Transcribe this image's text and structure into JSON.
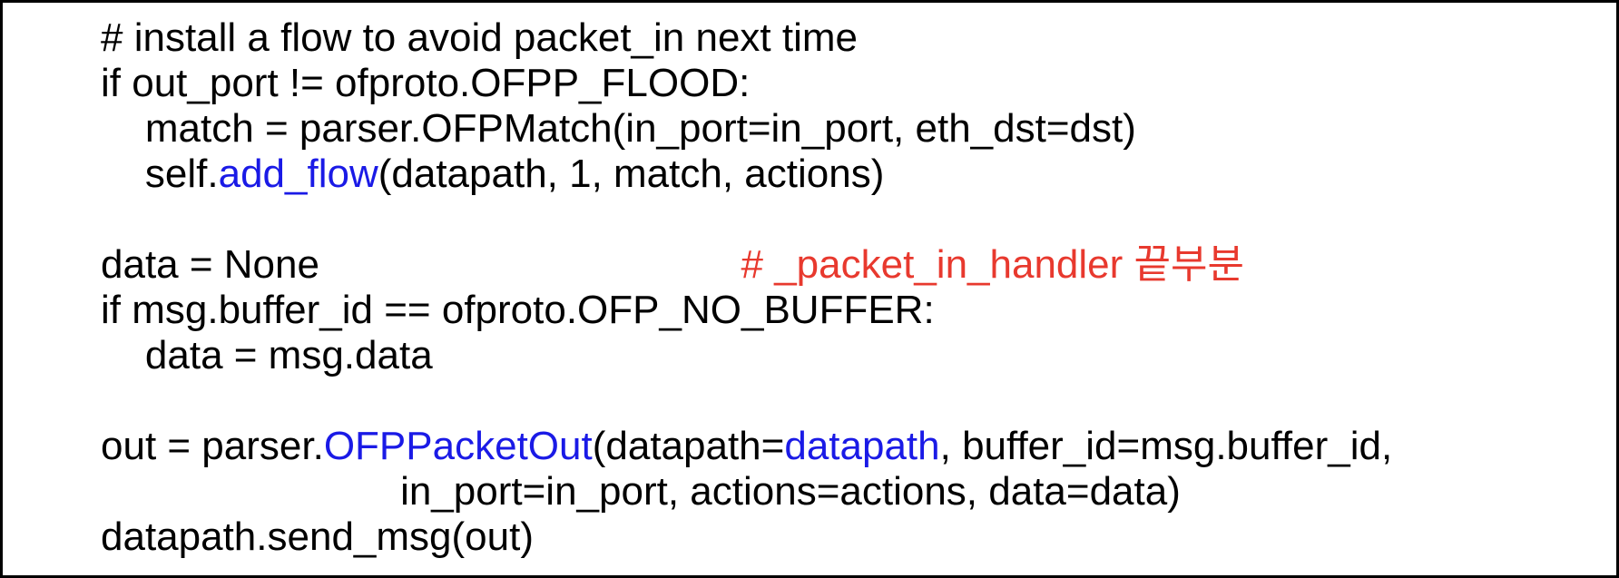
{
  "colors": {
    "background": "#ffffff",
    "border": "#000000",
    "code_default": "#000000",
    "code_link_blue": "#1a1ae6",
    "comment_red": "#e8392e"
  },
  "code_block": {
    "language": "python",
    "lines": [
      {
        "segments": [
          {
            "text": "# install a flow to avoid packet_in next time",
            "color": "code_default"
          }
        ]
      },
      {
        "segments": [
          {
            "text": "if out_port != ofproto.OFPP_FLOOD:",
            "color": "code_default"
          }
        ]
      },
      {
        "segments": [
          {
            "text": "    match = parser.OFPMatch(in_port=in_port, eth_dst=dst)",
            "color": "code_default"
          }
        ]
      },
      {
        "segments": [
          {
            "text": "    self.",
            "color": "code_default"
          },
          {
            "text": "add_flow",
            "color": "code_link_blue"
          },
          {
            "text": "(datapath, 1, match, actions)",
            "color": "code_default"
          }
        ]
      },
      {
        "segments": []
      },
      {
        "segments": [
          {
            "text": "data = None",
            "color": "code_default"
          },
          {
            "text": "                                      ",
            "color": "code_default"
          },
          {
            "text": "# _packet_in_handler 끝부분",
            "color": "comment_red"
          }
        ]
      },
      {
        "segments": [
          {
            "text": "if msg.buffer_id == ofproto.OFP_NO_BUFFER:",
            "color": "code_default"
          }
        ]
      },
      {
        "segments": [
          {
            "text": "    data = msg.data",
            "color": "code_default"
          }
        ]
      },
      {
        "segments": []
      },
      {
        "segments": [
          {
            "text": "out = parser.",
            "color": "code_default"
          },
          {
            "text": "OFPPacketOut",
            "color": "code_link_blue"
          },
          {
            "text": "(datapath=",
            "color": "code_default"
          },
          {
            "text": "datapath",
            "color": "code_link_blue"
          },
          {
            "text": ", buffer_id=msg.buffer_id,",
            "color": "code_default"
          }
        ]
      },
      {
        "segments": [
          {
            "text": "                           in_port=in_port, actions=actions, data=data)",
            "color": "code_default"
          }
        ]
      },
      {
        "segments": [
          {
            "text": "datapath.send_msg(out)",
            "color": "code_default"
          }
        ]
      }
    ]
  }
}
